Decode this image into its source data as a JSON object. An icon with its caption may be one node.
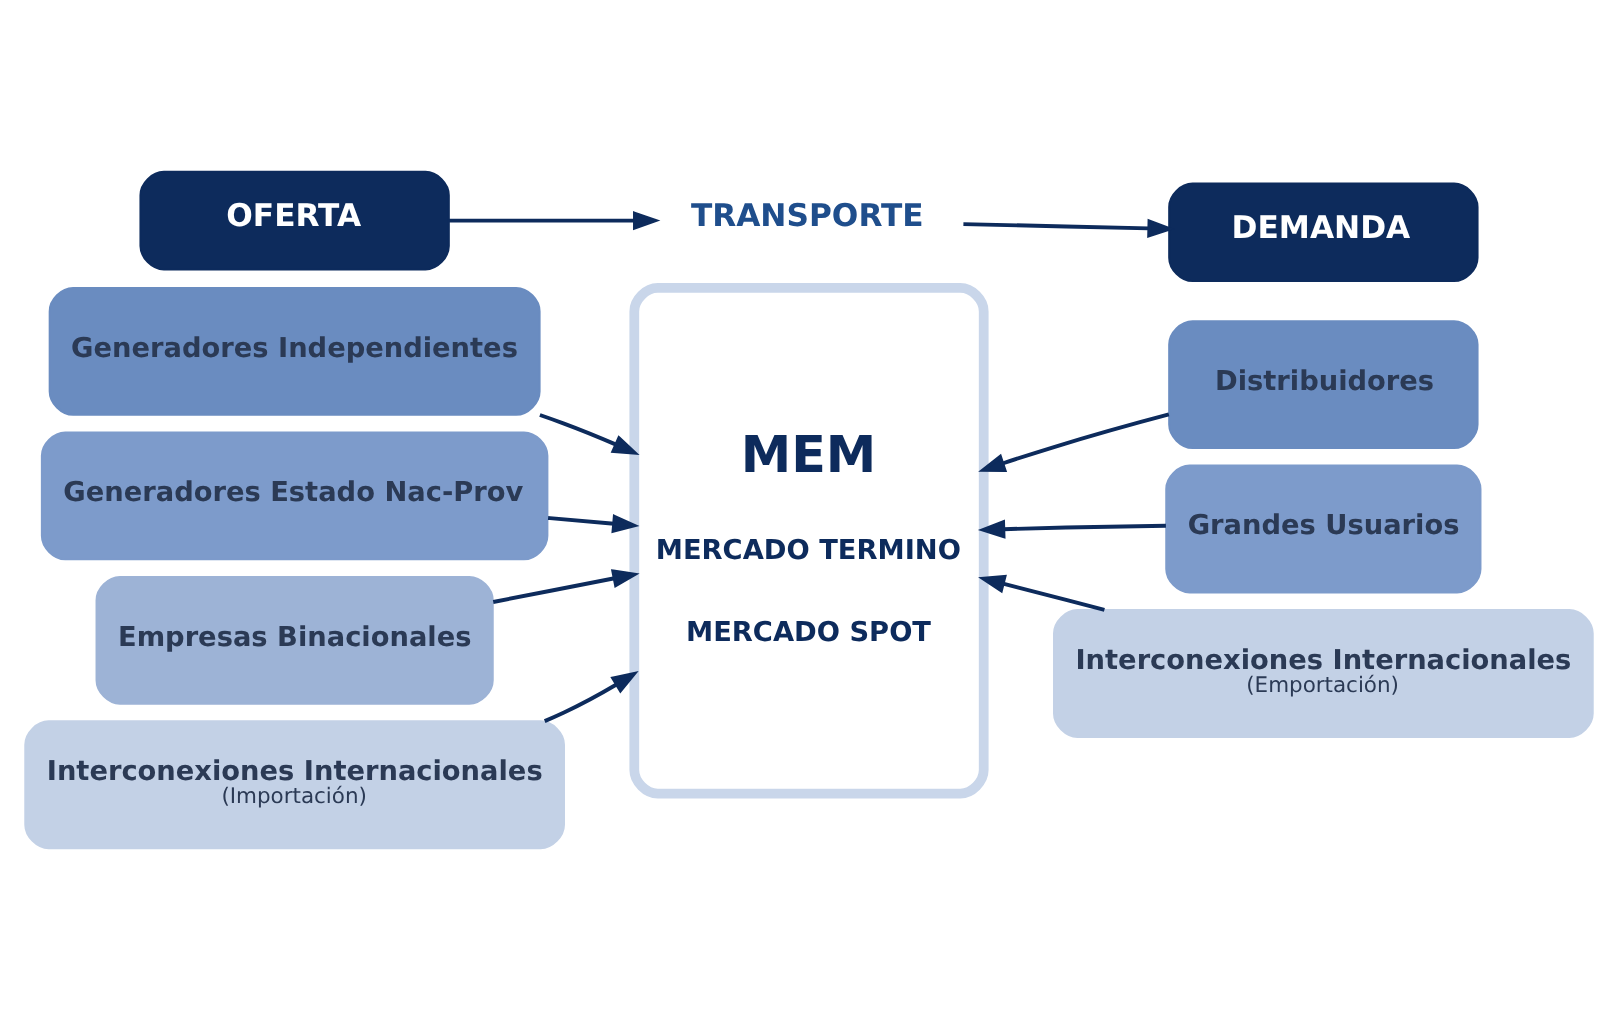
{
  "diagram": {
    "nodes": [
      {
        "text": [
          "OFERTA"
        ]
      },
      {
        "text": [
          "TRANSPORTE"
        ]
      },
      {
        "text": [
          "DEMANDA"
        ]
      },
      {
        "text": [
          "Generadores Independientes"
        ]
      },
      {
        "text": [
          "Generadores Estado Nac-Prov"
        ]
      },
      {
        "text": [
          "Empresas Binacionales"
        ]
      },
      {
        "text": [
          "Interconexiones Internacionales",
          "(Importación)"
        ]
      },
      {
        "text": [
          "MEM",
          "MERCADO TERMINO",
          "MERCADO SPOT"
        ]
      },
      {
        "text": [
          "Distribuidores"
        ]
      },
      {
        "text": [
          "Grandes Usuarios"
        ]
      },
      {
        "text": [
          "Interconexiones Internacionales",
          "(Emportación)"
        ]
      }
    ],
    "edges": [
      {
        "from": 0,
        "to": 1,
        "arrow": "to"
      },
      {
        "from": 1,
        "to": 2,
        "arrow": "to"
      },
      {
        "from": 3,
        "to": 7,
        "arrow": "to"
      },
      {
        "from": 4,
        "to": 7,
        "arrow": "to"
      },
      {
        "from": 5,
        "to": 7,
        "arrow": "to"
      },
      {
        "from": 6,
        "to": 7,
        "arrow": "to"
      },
      {
        "from": 8,
        "to": 7,
        "arrow": "to"
      },
      {
        "from": 9,
        "to": 7,
        "arrow": "to"
      },
      {
        "from": 10,
        "to": 7,
        "arrow": "to"
      }
    ]
  }
}
